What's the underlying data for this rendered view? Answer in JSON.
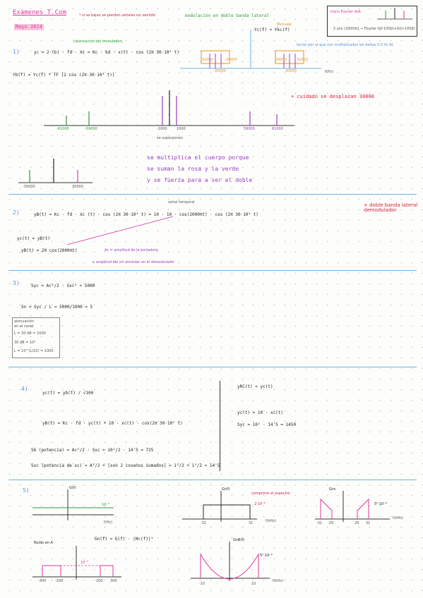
{
  "header": {
    "title": "Exámenes T.Com",
    "date": "Mayo 2014",
    "red_note": "* si se bajan se pierden señales sin sentido",
    "green_note": "modulación en doble banda lateral",
    "box_title": "trans Fourier delt.",
    "box_formula": "2 cos (2000πt) → Fourier  δ(f-1000)+δ(f+1000)"
  },
  "sec1": {
    "num": "1)",
    "eq1": "yc = 2·(b) · fd · Xc  =  Kc · kd · x(t) · cos (2π 30·10³ t)",
    "eq1_note": "(atenuación del modulador)",
    "eq2": "Yb(f) = Yc(f) * TF [2 cos (2π·30·10³ t)]",
    "spectrum_label": "Yc(f) = Ykc(f)",
    "orange_label": "Mensaje",
    "ticks_top": [
      "-31000",
      "-30000",
      "-29000",
      "29000",
      "30000",
      "31000"
    ],
    "f_axis": "f(Hz)",
    "blue_note": "factor por el que son multiplicados las deltas 0.5·Xc·fd",
    "pink_note": "+ cuidado se desplazan 30000",
    "ticks_mid": [
      "-61000",
      "-59000",
      "-1000",
      "1000",
      "59000",
      "61000"
    ],
    "superpose": "se superponen",
    "ticks_bot": [
      "-30000",
      "30000"
    ],
    "result_text": [
      "se multiplica el cuerpo porque",
      "se suman la rosa y la verde",
      "y se fuerza para a ser el doble"
    ]
  },
  "sec2": {
    "num": "2)",
    "over": "señal temporal",
    "eq1": "yB(t) = Kc · fd · Xc (t) · cos (2π 30·10³ t)  =  10 · 10 · cos(2000πt) · cos (2π 30·10³ t)",
    "eq2": "yc(t) = yB(t)",
    "eq3": "yB(t) = 20 cos(2000πt)",
    "ac_note": "Ac = amplitud de la portadora",
    "note": "↳ amplitud del sin modular en el demodulador",
    "red_note": "+ doble banda lateral demodulador"
  },
  "sec3": {
    "num": "3)",
    "eq1": "Syc = Ac²/2 · Sxc² = 5000",
    "eq2": "Sn = Syc / L = 5000/1000 = 5",
    "note": [
      "atenuación",
      "en el canal",
      "L = 30 dB = 1000",
      "30 dB = 10³",
      "L = 10^(L/10) = 1000"
    ]
  },
  "sec4": {
    "num": "4)",
    "eq1": "yc(t) = yb(t) / √100",
    "eq2": "yB(t) = Kc · fd · yc(t) + 10 · xc(t) · cos(2π 30·10³ t)",
    "eq3": "Sb (potencia) = Ac²/2 · Sxc = 10²/2 · 14'5 = 725",
    "eq4": "Sxc (potencia de xc) = A²/2 + [son 2 cosenos sumados] = 1²/2 + 1²/2 = 14'5",
    "right1": "yRC(t) = yc(t)",
    "right2": "yc(t) = 10 · xc(t)",
    "right3": "Syc = 10² · 14'5 = 1450"
  },
  "sec5": {
    "num": "5)",
    "g1_label": "G(f)",
    "g1_level": "10⁻⁶",
    "g1_axis": "f(Hz)",
    "g2_label": "Gr(f)",
    "g2_note": "comprime el espectro",
    "g2_level": "2·10⁻⁶",
    "g2_ticks": [
      "-31",
      "31"
    ],
    "g2_axis": "f(kHz)",
    "g3_label": "Gnc",
    "g3_level": "5²·10⁻⁶",
    "g3_ticks": [
      "-31",
      "-29",
      "29",
      "31"
    ],
    "g3_axis": "f(kHz)",
    "g4_title": "Ruido en A",
    "g4_eq": "Gn(f) = G(f) · |Hc(f)|²",
    "g4_level": "10⁻⁶",
    "g4_ticks": [
      "-300",
      "-200",
      "200",
      "300"
    ],
    "g5_label": "GnB(f)",
    "g5_level": "5²·10⁻⁶",
    "g5_ticks": [
      "-10",
      "10"
    ],
    "g5_axis": "f(kHz)"
  }
}
